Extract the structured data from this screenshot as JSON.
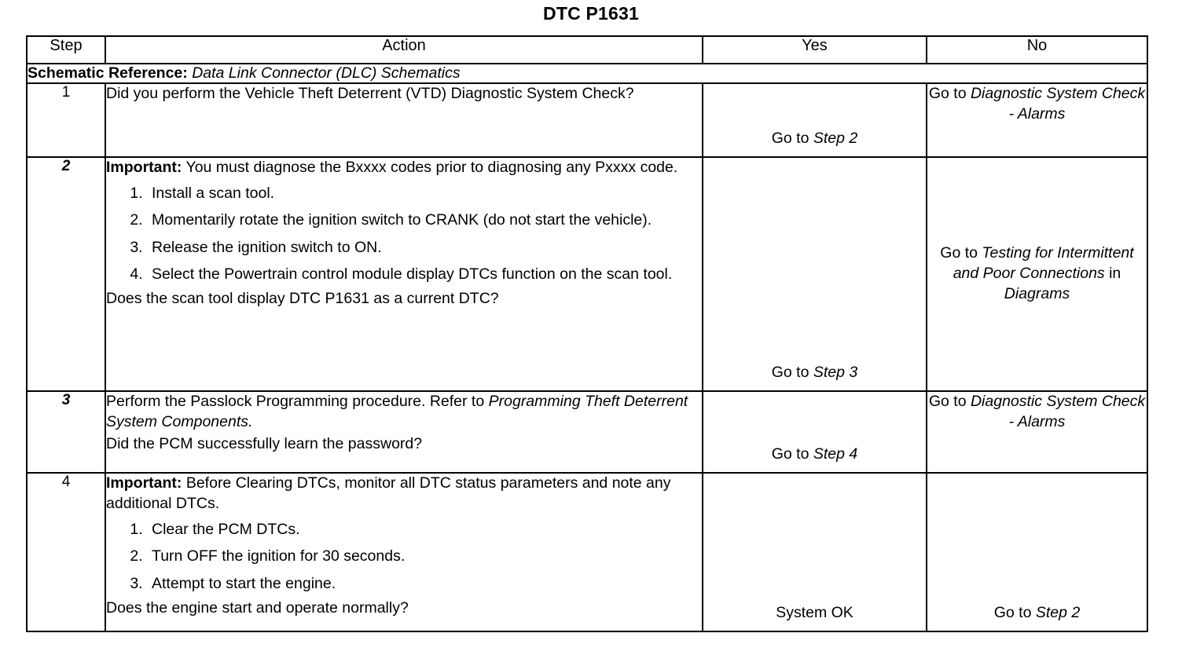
{
  "document": {
    "title": "DTC P1631"
  },
  "table": {
    "headers": {
      "step": "Step",
      "action": "Action",
      "yes": "Yes",
      "no": "No"
    },
    "schematic_reference": {
      "label": "Schematic Reference:",
      "value": "Data Link Connector (DLC) Schematics"
    },
    "rows": [
      {
        "step": "1",
        "step_italic": false,
        "action": {
          "paragraphs": [
            "Did you perform the Vehicle Theft Deterrent (VTD) Diagnostic System Check?"
          ],
          "list": [],
          "trailing_question": ""
        },
        "yes": {
          "prefix": "Go to ",
          "italic": "Step 2",
          "suffix": "",
          "align": "bottom"
        },
        "no": {
          "prefix": "Go to ",
          "italic": "Diagnostic System Check - Alarms",
          "suffix": "",
          "align": "top"
        }
      },
      {
        "step": "2",
        "step_italic": true,
        "action": {
          "important_label": "Important:",
          "important_text": " You must diagnose the Bxxxx codes prior to diagnosing any Pxxxx code.",
          "paragraphs": [],
          "list": [
            "Install a scan tool.",
            "Momentarily rotate the ignition switch to CRANK (do not start the vehicle).",
            "Release the ignition switch to ON.",
            "Select the Powertrain control module display DTCs function on the scan tool."
          ],
          "trailing_question": "Does the scan tool display DTC P1631 as a current DTC?"
        },
        "yes": {
          "prefix": "Go to ",
          "italic": "Step 3",
          "suffix": "",
          "align": "bottom"
        },
        "no": {
          "prefix": "Go to ",
          "italic": "Testing for Intermittent and Poor Connections",
          "suffix": " in ",
          "italic2": "Diagrams",
          "align": "middle"
        }
      },
      {
        "step": "3",
        "step_italic": true,
        "action": {
          "paragraphs": [
            "Perform the Passlock Programming procedure. Refer to "
          ],
          "paragraph_italic": "Programming Theft Deterrent System Components.",
          "list": [],
          "trailing_question": "Did the PCM successfully learn the password?"
        },
        "yes": {
          "prefix": "Go to ",
          "italic": "Step 4",
          "suffix": "",
          "align": "bottom"
        },
        "no": {
          "prefix": "Go to ",
          "italic": "Diagnostic System Check - Alarms",
          "suffix": "",
          "align": "top"
        }
      },
      {
        "step": "4",
        "step_italic": false,
        "action": {
          "important_label": "Important:",
          "important_text": " Before Clearing DTCs, monitor all DTC status parameters and note any additional DTCs.",
          "paragraphs": [],
          "list": [
            "Clear the PCM DTCs.",
            "Turn OFF the ignition for 30 seconds.",
            "Attempt to start the engine."
          ],
          "trailing_question": "Does the engine start and operate normally?"
        },
        "yes": {
          "prefix": "System OK",
          "italic": "",
          "suffix": "",
          "align": "bottom"
        },
        "no": {
          "prefix": "Go to ",
          "italic": "Step 2",
          "suffix": "",
          "align": "bottom"
        }
      }
    ]
  }
}
